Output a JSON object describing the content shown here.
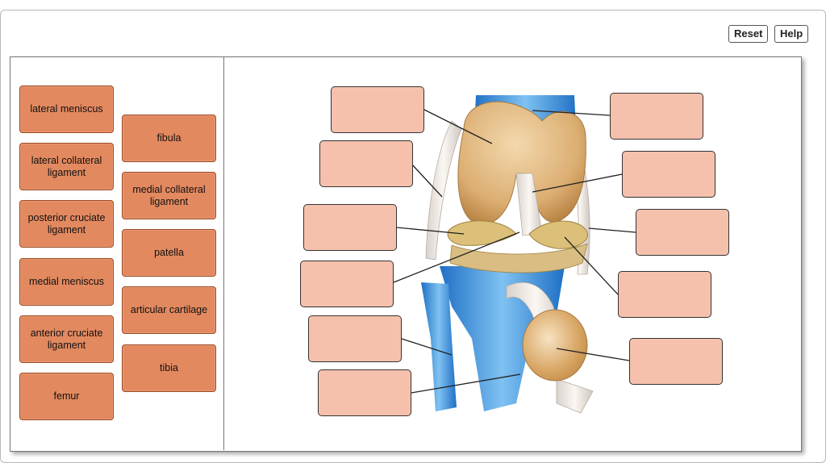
{
  "toolbar": {
    "reset_label": "Reset",
    "help_label": "Help"
  },
  "labels": [
    "lateral meniscus",
    "lateral collateral ligament",
    "posterior cruciate ligament",
    "medial meniscus",
    "anterior cruciate ligament",
    "femur",
    "fibula",
    "medial collateral ligament",
    "patella",
    "articular cartilage",
    "tibia"
  ],
  "drop_targets": [
    "",
    "",
    "",
    "",
    "",
    "",
    "",
    "",
    "",
    "",
    ""
  ],
  "colors": {
    "label_fill": "#e3895f",
    "target_fill": "#f5c1ad",
    "bone_blue": "#3f8fd6",
    "cartilage_tan": "#e0b67c"
  }
}
